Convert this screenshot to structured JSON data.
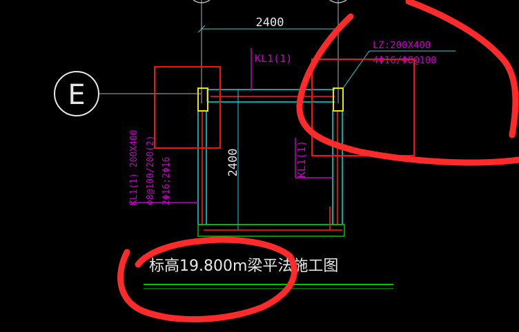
{
  "drawing": {
    "axis_label": "E",
    "top_dimension": "2400",
    "vertical_dimension": "2400",
    "beam_top_label": "KL1(1)",
    "beam_right_label": "KL1(1)",
    "column_label_line1": "LZ:200X400",
    "column_label_line2": "4Φ16/Φ8@100",
    "beam_left_label_line1": "KL1(1) 200X400",
    "beam_left_label_line2": "Φ8@100/200(2)",
    "beam_left_label_line3": "2Φ16;2Φ16",
    "title": "标高19.800m梁平法施工图"
  },
  "colors": {
    "background": "#000000",
    "grid_line": "#b4b4b4",
    "beam_cyan": "#00e0e0",
    "beam_red": "#ff2020",
    "column_yellow": "#e8e800",
    "annotation_magenta": "#c400c4",
    "dimension_cyan": "#3fd0d0",
    "text_white": "#e8e8e8",
    "green": "#00c800",
    "markup_red_box": "#ff1010",
    "markup_red_stroke": "#ff2a2a"
  }
}
